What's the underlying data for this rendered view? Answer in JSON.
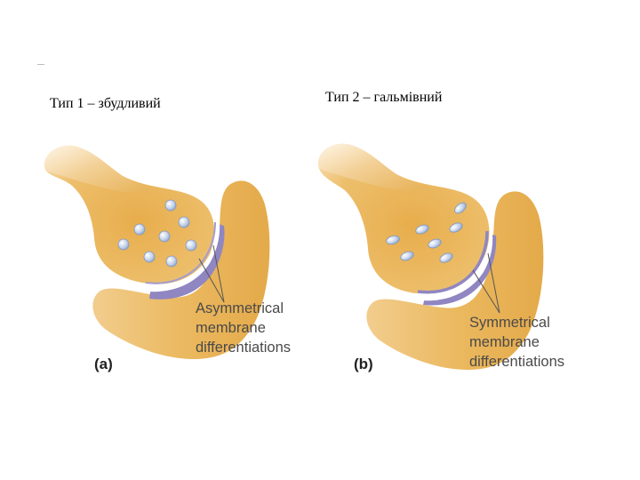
{
  "captions": {
    "type1": "Тип 1 – збудливий",
    "type2": "Тип 2 – гальмівний"
  },
  "panels": {
    "a": {
      "letter": "(a)",
      "label_lines": [
        "Asymmetrical",
        "membrane",
        "differentiations"
      ]
    },
    "b": {
      "letter": "(b)",
      "label_lines": [
        "Symmetrical",
        "membrane",
        "differentiations"
      ]
    }
  },
  "colors": {
    "cell_body": "#e9b55a",
    "cell_highlight": "#f6dca8",
    "membrane": "#8f86c2",
    "cleft": "#ffffff",
    "vesicle": "#b9c9e3",
    "outline": "#d7a050",
    "label": "#4a4a4a"
  }
}
